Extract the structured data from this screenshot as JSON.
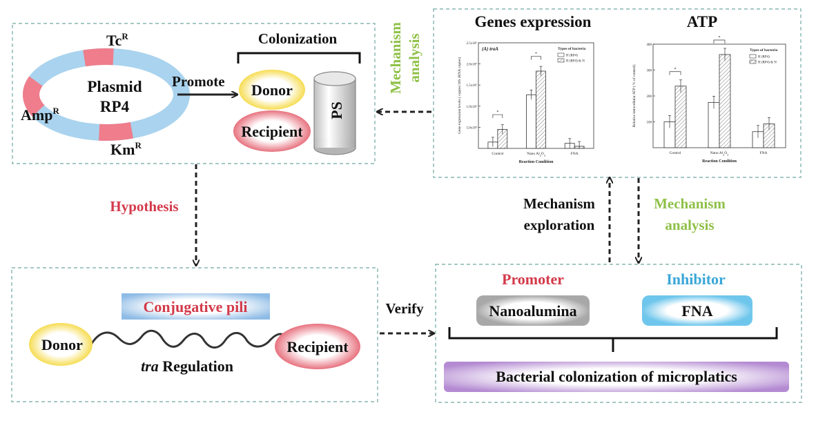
{
  "plasmid": {
    "center_top": "Plasmid",
    "center_bottom": "RP4",
    "tc": "Tc",
    "amp": "Amp",
    "km": "Km",
    "sup": "R"
  },
  "colonization": {
    "title": "Colonization",
    "promote": "Promote",
    "donor": "Donor",
    "recipient": "Recipient",
    "ps": "PS"
  },
  "labels": {
    "mech_analysis_line1": "Mechanism",
    "mech_analysis_line2": "analysis",
    "mech_exploration_line1": "Mechanism",
    "mech_exploration_line2": "exploration",
    "hypothesis": "Hypothesis",
    "verify": "Verify"
  },
  "bottom_left": {
    "pili": "Conjugative pili",
    "donor": "Donor",
    "recipient": "Recipient",
    "tra_italic": "tra",
    "tra_rest": " Regulation"
  },
  "bottom_right": {
    "promoter": "Promoter",
    "inhibitor": "Inhibitor",
    "nanoalumina": "Nanoalumina",
    "fna": "FNA",
    "result": "Bacterial colonization of microplatics"
  },
  "colors": {
    "red_text": "#d33a4a",
    "green_text": "#8fc047",
    "blue_text": "#3aa6d8",
    "dash_border": "#6fa8a0",
    "ring_blue": "#a9d3ee",
    "ring_pink": "#ef7d8c"
  },
  "chart_data": [
    {
      "type": "bar",
      "title": "Genes expression",
      "panel_label": "(A) traA",
      "categories": [
        "Control",
        "Nano Al2O3",
        "FNA"
      ],
      "xlabel": "Reaction Condition",
      "ylabel": "Gene expression levels ( copies/16S rRNA copies)",
      "yticks": [
        "5.0x10⁴",
        "1.0x10⁵",
        "1.5x10⁵",
        "2.0x10⁵",
        "2.5x10⁵"
      ],
      "ylim": [
        0,
        250000
      ],
      "legend_title": "Types of bacteria",
      "series": [
        {
          "name": "H (RP4)",
          "values": [
            15000,
            127000,
            12000
          ]
        },
        {
          "name": "H (RP4) & N",
          "values": [
            45000,
            183000,
            5000
          ]
        }
      ]
    },
    {
      "type": "bar",
      "title": "ATP",
      "categories": [
        "Control",
        "Nano Al2O3",
        "FNA"
      ],
      "xlabel": "Reaction Condition",
      "ylabel": "Relative intracellular ATP ( % of control)",
      "yticks": [
        "100",
        "200",
        "300",
        "400"
      ],
      "ylim": [
        0,
        400
      ],
      "legend_title": "Types of bacteria",
      "series": [
        {
          "name": "H (RP4)",
          "values": [
            100,
            175,
            62
          ]
        },
        {
          "name": "H (RP4) & N",
          "values": [
            238,
            360,
            92
          ]
        }
      ]
    }
  ]
}
